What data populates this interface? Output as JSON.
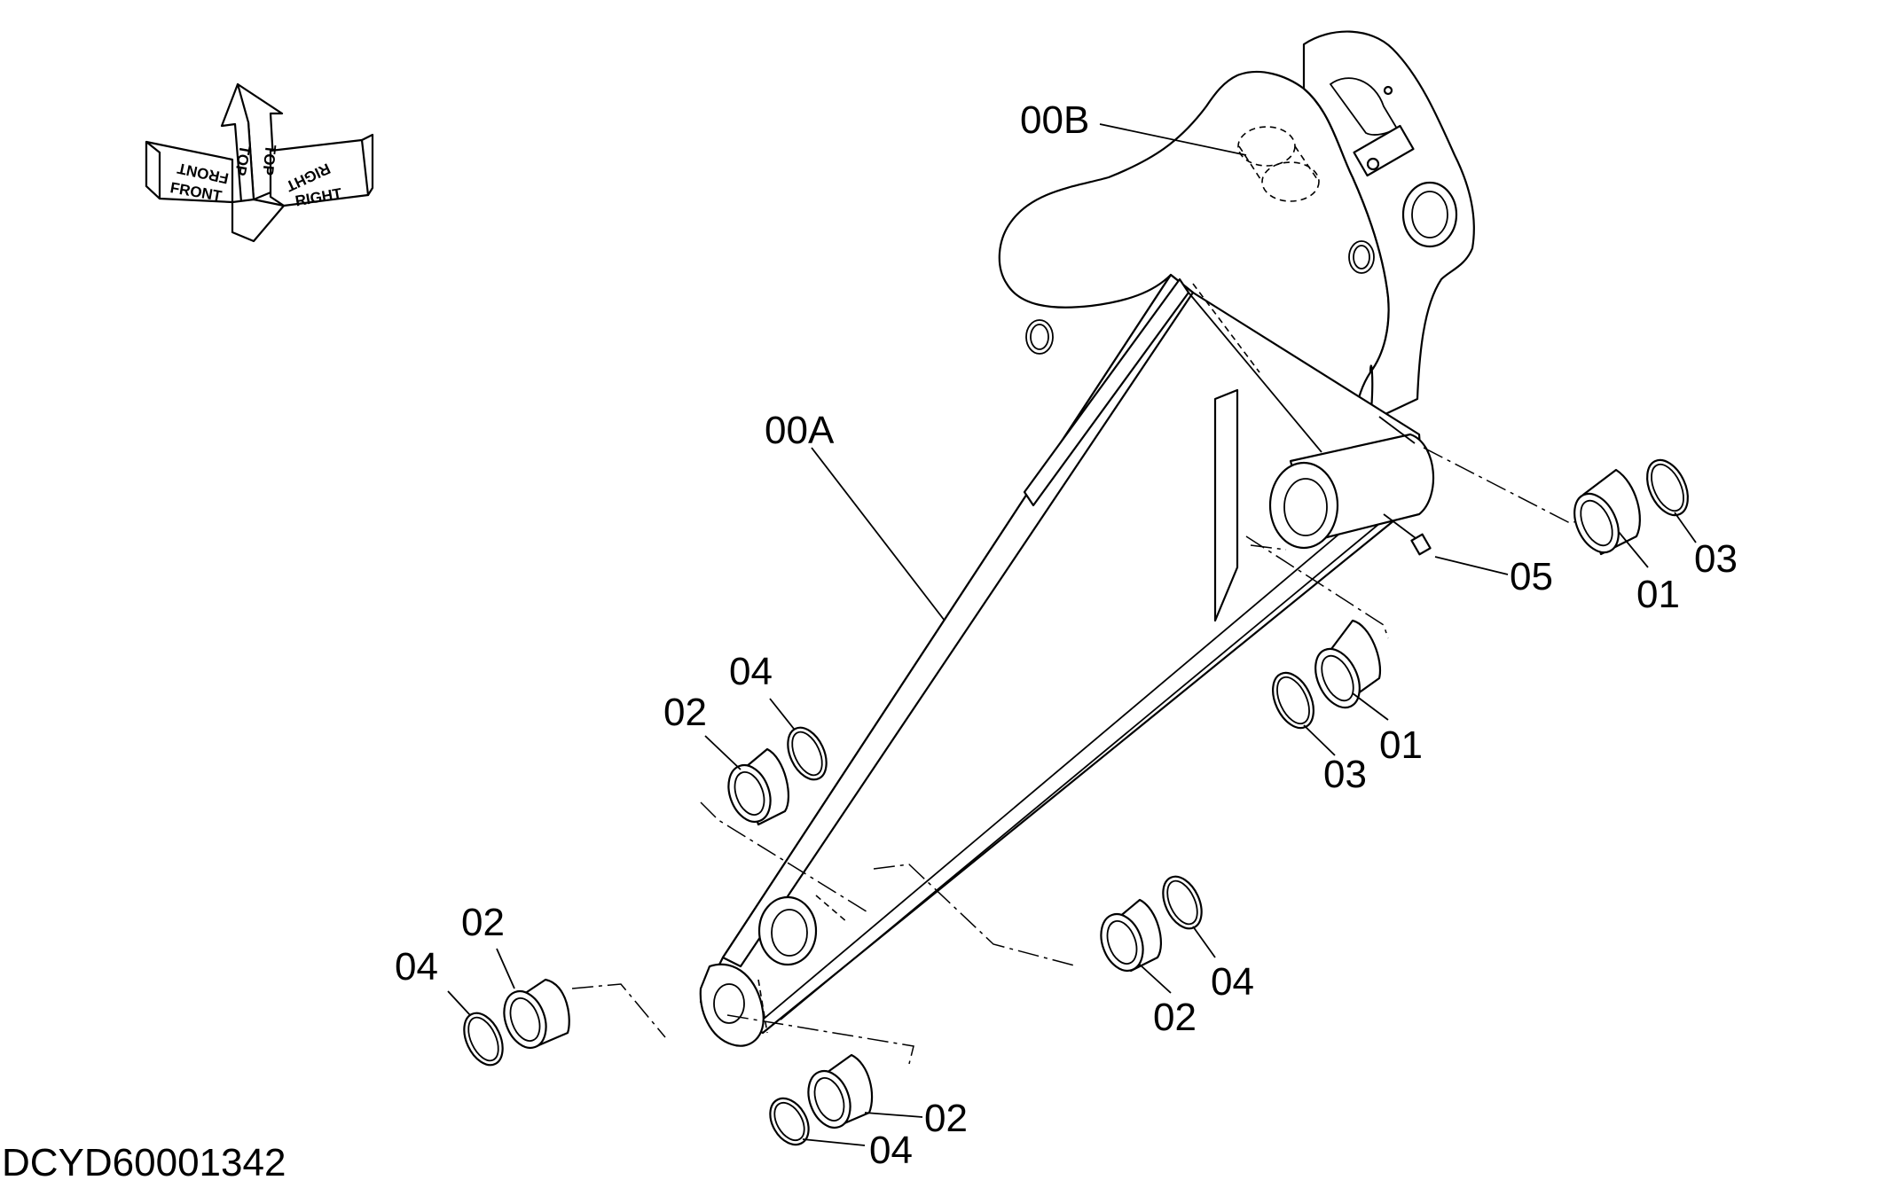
{
  "drawing": {
    "reference_code": "DCYD60001342",
    "orientation": {
      "front": "FRONT",
      "top": "TOP",
      "right": "RIGHT"
    },
    "callouts": {
      "c00B": "00B",
      "c00A": "00A",
      "c05": "05",
      "c01_upper": "01",
      "c03_upper": "03",
      "c01_mid": "01",
      "c03_mid": "03",
      "c04_a": "04",
      "c02_a": "02",
      "c02_b": "02",
      "c04_b": "04",
      "c02_c": "02",
      "c04_c": "04",
      "c02_d": "02",
      "c04_d": "04"
    }
  }
}
